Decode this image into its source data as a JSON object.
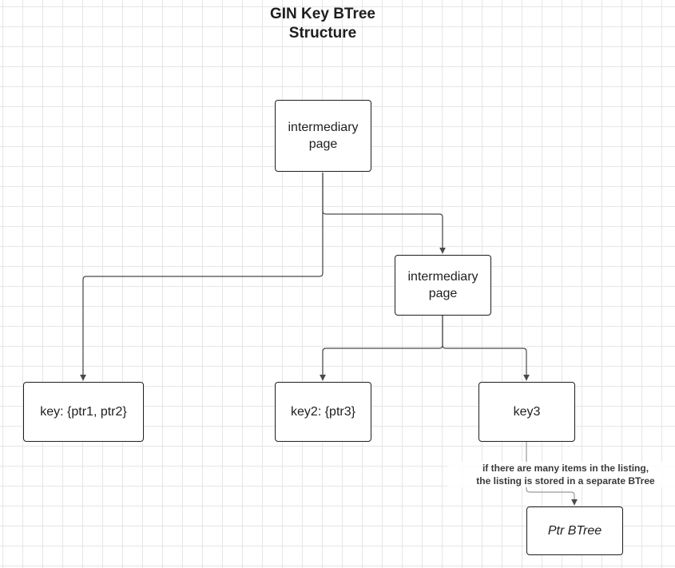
{
  "title": {
    "line1": "GIN Key BTree",
    "line2": "Structure"
  },
  "nodes": {
    "root": {
      "label": "intermediary page"
    },
    "mid": {
      "label": "intermediary page"
    },
    "key1": {
      "label": "key: {ptr1, ptr2}"
    },
    "key2": {
      "label": "key2: {ptr3}"
    },
    "key3": {
      "label": "key3"
    },
    "ptr_btree": {
      "label": "Ptr BTree"
    }
  },
  "note": {
    "line1": "if there are many items in the listing,",
    "line2": "the listing is stored in a separate BTree"
  },
  "colors": {
    "stroke": "#1e1e1e",
    "connector": "#4a4a4a",
    "grid": "#e6e6e6"
  }
}
